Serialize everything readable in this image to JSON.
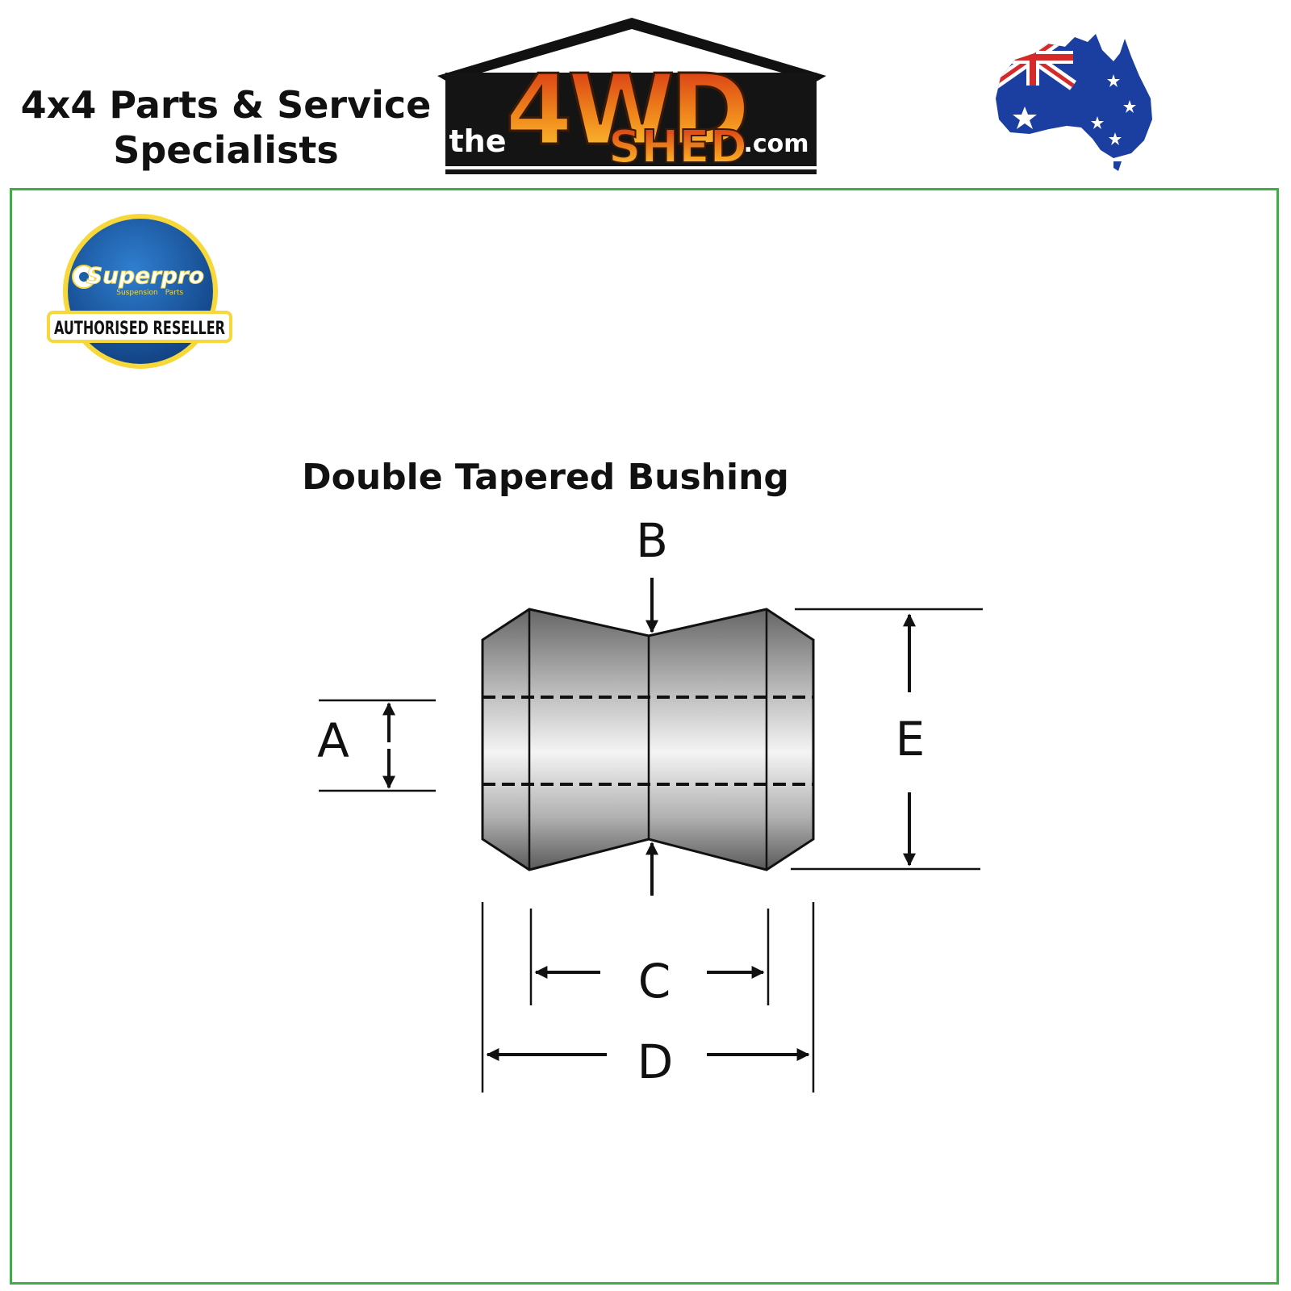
{
  "header": {
    "tagline_line1": "4x4 Parts & Service",
    "tagline_line2": "Specialists",
    "logo": {
      "prefix": "the",
      "number": "4WD",
      "word": "SHED",
      "suffix": ".com"
    },
    "flag_icon": "australia-flag-map-icon"
  },
  "badge": {
    "brand": "Superpro",
    "sub1": "Suspension",
    "sub2": "Parts",
    "label": "AUTHORISED RESELLER"
  },
  "diagram": {
    "title": "Double Tapered Bushing",
    "labels": {
      "a": "A",
      "b": "B",
      "c": "C",
      "d": "D",
      "e": "E"
    }
  },
  "colors": {
    "frame": "#3cb043",
    "logo_orange": "#f08a1c",
    "logo_red": "#d42a14",
    "badge_blue": "#1a5fa8",
    "badge_yellow": "#f6d83a"
  }
}
